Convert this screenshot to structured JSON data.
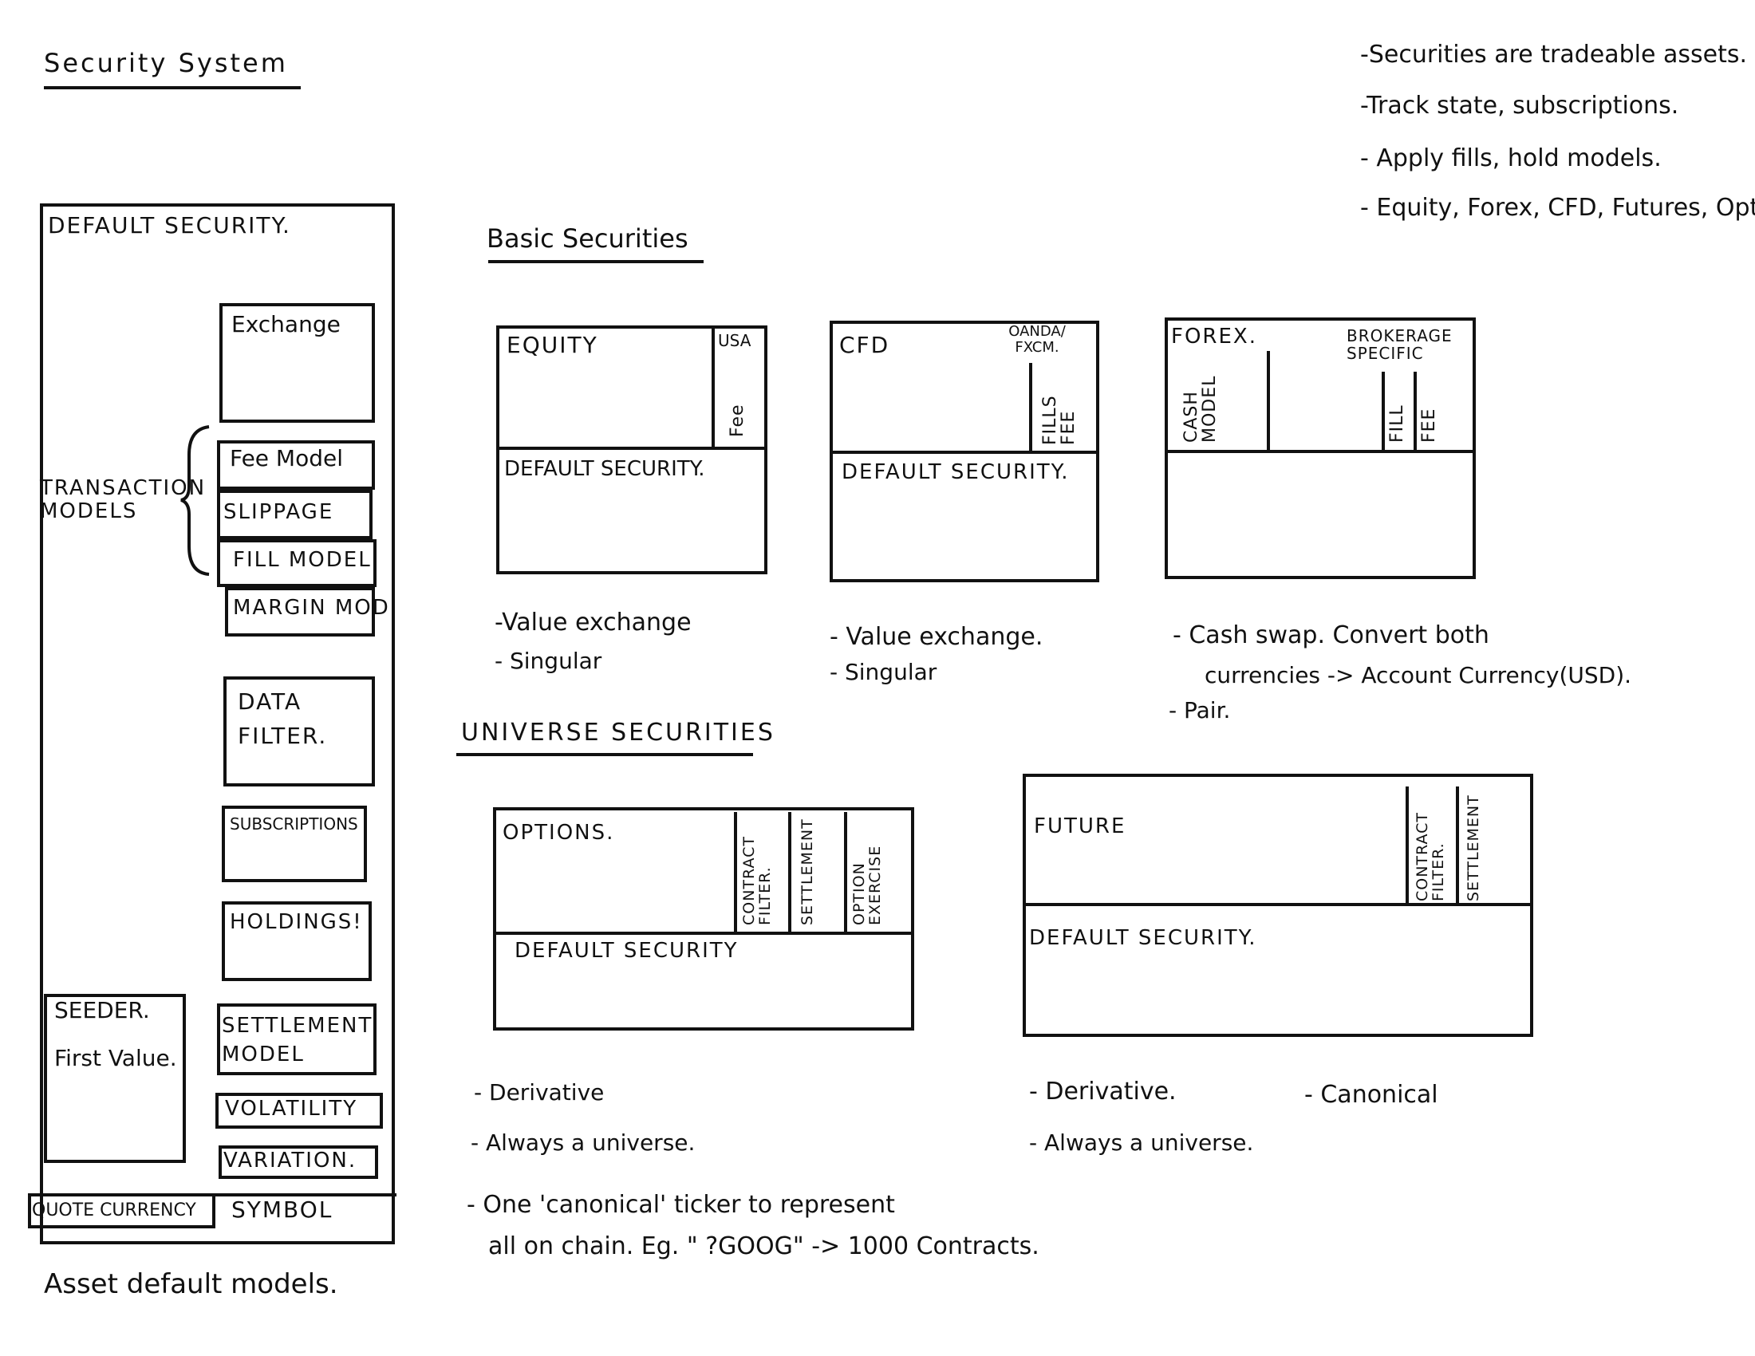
{
  "title": "Security System",
  "notes": [
    "-Securities are tradeable assets.",
    "-Track state, subscriptions.",
    "- Apply fills, hold models.",
    "- Equity, Forex, CFD, Futures, Options"
  ],
  "default_security": {
    "label": "DEFAULT SECURITY.",
    "exchange": "Exchange",
    "transaction_models_label": "TRANSACTION MODELS",
    "fee_model": "Fee Model",
    "slippage": "SLIPPAGE",
    "fill_model": "FILL MODEL",
    "margin_model": "MARGIN MOD",
    "data_filter": "DATA FILTER.",
    "subscriptions": "SUBSCRIPTIONS",
    "holdings": "HOLDINGS!",
    "seeder": "SEEDER.",
    "seeder_sub": "First Value.",
    "settlement_model": "SETTLEMENT MODEL",
    "volatility": "VOLATILITY",
    "variation": "VARIATION.",
    "quote_currency": "QUOTE CURRENCY",
    "symbol": "SYMBOL",
    "caption": "Asset default models."
  },
  "basic": {
    "heading": "Basic Securities",
    "equity": {
      "name": "EQUITY",
      "tag1": "USA",
      "tag2": "Fee",
      "base": "DEFAULT SECURITY.",
      "notes": [
        "-Value exchange",
        "- Singular"
      ]
    },
    "cfd": {
      "name": "CFD",
      "tag": "OANDA/ FXCM.",
      "vert": "FILLS FEE",
      "base": "DEFAULT SECURITY.",
      "notes": [
        "- Value exchange.",
        "- Singular"
      ]
    },
    "forex": {
      "name": "FOREX.",
      "cash_model": "CASH MODEL",
      "brokerage": "BROKERAGE SPECIFIC",
      "fill": "FILL",
      "fee": "FEE",
      "notes": [
        "- Cash swap. Convert both",
        "currencies -> Account Currency(USD).",
        "- Pair."
      ]
    }
  },
  "universe": {
    "heading": "UNIVERSE SECURITIES",
    "options": {
      "name": "OPTIONS.",
      "contract_filter": "CONTRACT FILTER.",
      "settlement": "SETTLEMENT",
      "option_exercise": "OPTION EXERCISE",
      "base": "DEFAULT SECURITY",
      "notes": [
        "- Derivative",
        "- Always a universe.",
        "- One 'canonical' ticker to represent",
        "all on chain. Eg. \" ?GOOG\" -> 1000 Contracts."
      ]
    },
    "future": {
      "name": "FUTURE",
      "contract_filter": "CONTRACT FILTER.",
      "settlement": "SETTLEMENT",
      "base": "DEFAULT SECURITY.",
      "notes": [
        "- Derivative.",
        "- Always a universe.",
        "- Canonical"
      ]
    }
  }
}
